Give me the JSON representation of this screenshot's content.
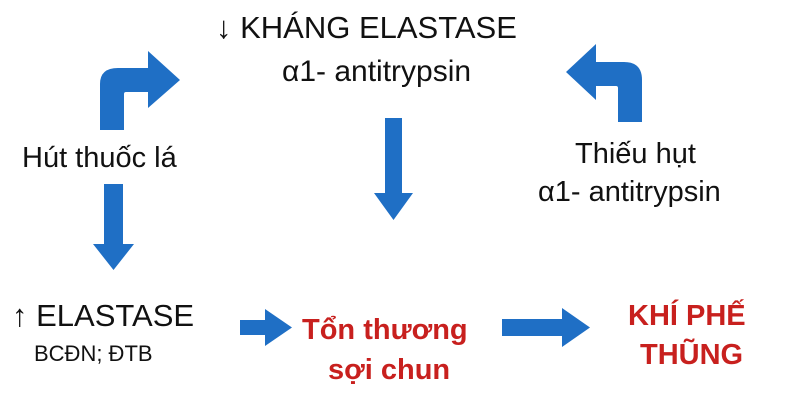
{
  "nodes": {
    "anti_elastase": {
      "line1": "↓ KHÁNG ELASTASE",
      "line2": "α1- antitrypsin"
    },
    "smoking": {
      "label": "Hút thuốc lá"
    },
    "deficiency": {
      "line1": "Thiếu hụt",
      "line2": "α1- antitrypsin"
    },
    "elastase": {
      "line1": "↑ ELASTASE",
      "line2": "BCĐN; ĐTB"
    },
    "fiber_damage": {
      "line1": "Tổn thương",
      "line2": "sợi chun"
    },
    "emphysema": {
      "line1": "KHÍ PHẾ",
      "line2": "THŨNG"
    }
  },
  "colors": {
    "arrow": "#1f6fc5",
    "text": "#111111",
    "highlight": "#c8201e"
  }
}
